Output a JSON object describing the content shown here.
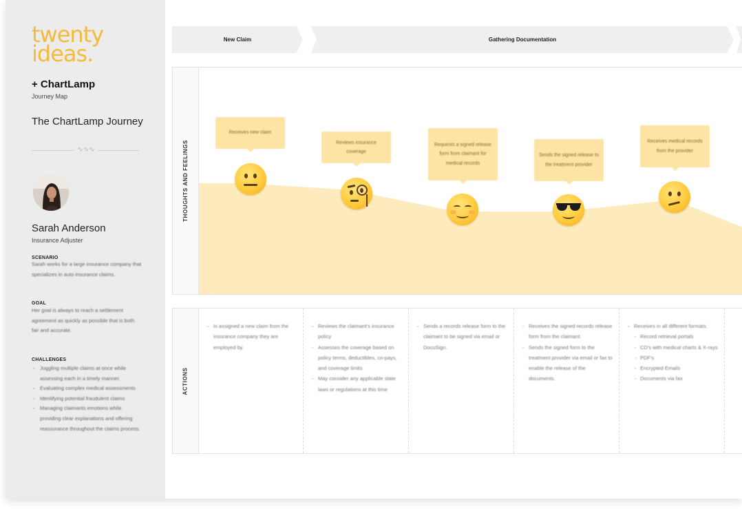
{
  "brand": {
    "logo_line1": "twenty",
    "logo_line2": "ideas.",
    "partner": "+ ChartLamp",
    "subtitle": "Journey Map",
    "journey_title": "The ChartLamp Journey",
    "accent": "#f6b93b"
  },
  "persona": {
    "name": "Sarah Anderson",
    "role": "Insurance Adjuster",
    "scenario_heading": "SCENARIO",
    "scenario": "Sarah works for a large insurance company that specializes in auto insurance claims.",
    "goal_heading": "GOAL",
    "goal": "Her goal is always to reach a settlement agreement as quickly as possible that is both fair and accurate.",
    "challenges_heading": "CHALLENGES",
    "challenges": [
      "Juggling multiple claims at once while assessing each in a timely manner.",
      "Evaluating complex medical assessments",
      "Identifying potential fraudulent claims",
      "Managing claimants emotions while providing clear explanations and offering reassurance throughout the claims process."
    ]
  },
  "phases": [
    "New Claim",
    "Gathering Documentation"
  ],
  "lanes": {
    "thoughts": "THOUGHTS AND FEELINGS",
    "actions": "ACTIONS"
  },
  "steps": [
    {
      "thought": "Receives new claim",
      "emoji": "neutral-face-icon",
      "actions": [
        [
          "Is assigned a new claim from the insurance company they are employed by.",
          false
        ]
      ]
    },
    {
      "thought": "Reviews insurance coverage",
      "emoji": "monocle-face-icon",
      "actions": [
        [
          "Reviews the claimant's insurance policy",
          false
        ],
        [
          "Assesses the coverage based on policy terms, deductibles, co-pays, and coverage limits",
          false
        ],
        [
          "May consider any applicable state laws or regulations at this time",
          false
        ]
      ]
    },
    {
      "thought": "Requests a signed release form from claimant for medical records",
      "emoji": "smiling-face-icon",
      "actions": [
        [
          "Sends a records release form to the claimant to be signed via email or DocuSign.",
          false
        ]
      ]
    },
    {
      "thought": "Sends the signed release to the treatment provider",
      "emoji": "sunglasses-face-icon",
      "actions": [
        [
          "Receives the signed records release form from the claimant.",
          false
        ],
        [
          "Sends the signed form to the treatment provider via email or fax to enable the release of the documents.",
          false
        ]
      ]
    },
    {
      "thought": "Receives medical records from the provider",
      "emoji": "confused-face-icon",
      "actions": [
        [
          "Receives in all different formats:",
          false
        ],
        [
          "Record retrieval portals",
          true
        ],
        [
          "CD's with medical charts & X-rays",
          true
        ],
        [
          "PDF's",
          true
        ],
        [
          "Encrypted Emails",
          true
        ],
        [
          "Documents via fax",
          true
        ]
      ]
    }
  ]
}
